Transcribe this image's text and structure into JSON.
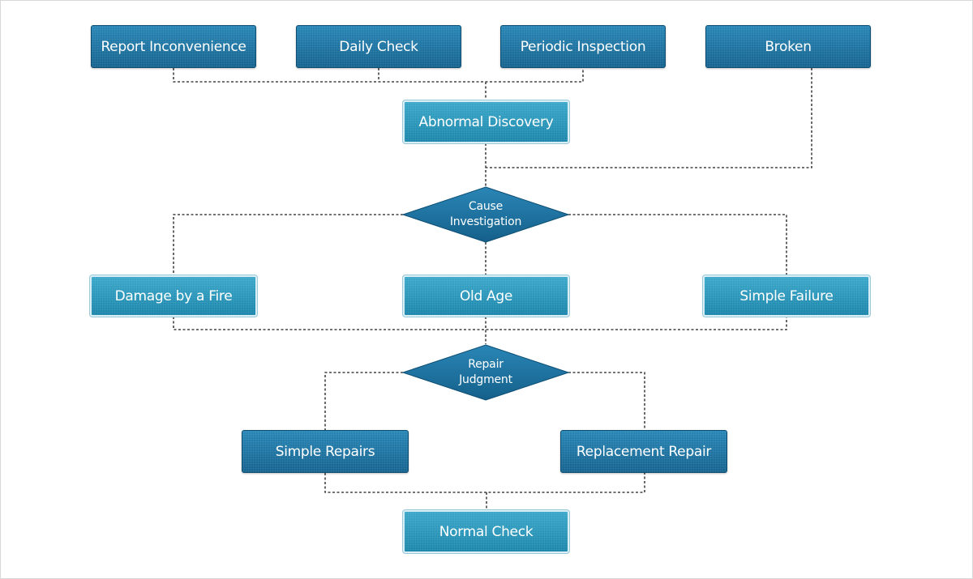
{
  "diagram": {
    "sources": {
      "report": "Report Inconvenience",
      "daily": "Daily Check",
      "periodic": "Periodic Inspection",
      "broken": "Broken"
    },
    "abnormal": "Abnormal Discovery",
    "cause": {
      "line1": "Cause",
      "line2": "Investigation"
    },
    "causes": {
      "fire": "Damage by a Fire",
      "age": "Old Age",
      "failure": "Simple Failure"
    },
    "repair": {
      "line1": "Repair",
      "line2": "Judgment"
    },
    "repairs": {
      "simple": "Simple Repairs",
      "replacement": "Replacement Repair"
    },
    "normal": "Normal Check"
  },
  "colors": {
    "dark_box": "#176a98",
    "light_box": "#1e8cb0",
    "connector": "#444444"
  }
}
